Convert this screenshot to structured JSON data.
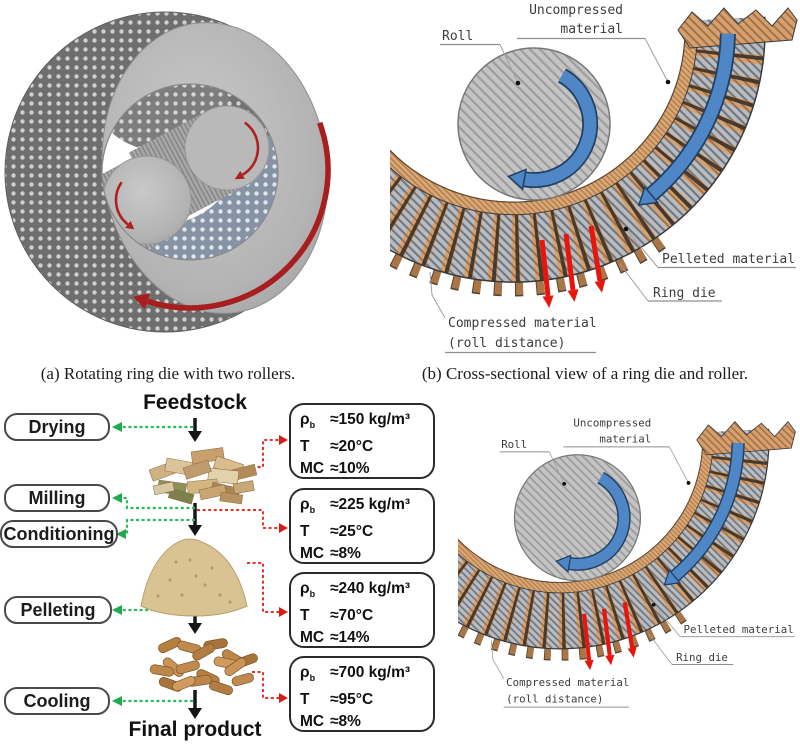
{
  "captions": {
    "a": "(a) Rotating ring die with two rollers.",
    "b": "(b) Cross-sectional view of a ring die and roller."
  },
  "cross_section": {
    "roll": "Roll",
    "uncompressed_line1": "Uncompressed",
    "uncompressed_line2": "material",
    "pelleted": "Pelleted material",
    "ring_die": "Ring die",
    "compressed_line1": "Compressed material",
    "compressed_line2": "(roll distance)"
  },
  "flow": {
    "start_label": "Feedstock",
    "end_label": "Final product",
    "steps": [
      {
        "label": "Drying"
      },
      {
        "label": "Milling"
      },
      {
        "label": "Conditioning"
      },
      {
        "label": "Pelleting"
      },
      {
        "label": "Cooling"
      }
    ],
    "rows": {
      "rho": "ρ",
      "rho_sub": "b",
      "temp": "T",
      "mc": "MC"
    },
    "stages": [
      {
        "rho": "≈150 kg/m³",
        "temp": "≈20°C",
        "mc": "≈10%"
      },
      {
        "rho": "≈225 kg/m³",
        "temp": "≈25°C",
        "mc": "≈8%"
      },
      {
        "rho": "≈240 kg/m³",
        "temp": "≈70°C",
        "mc": "≈14%"
      },
      {
        "rho": "≈700 kg/m³",
        "temp": "≈95°C",
        "mc": "≈8%"
      }
    ]
  },
  "colors": {
    "die_tan": "#d09c6a",
    "roll_gray": "#c2c2c2",
    "arrow_blue": "#4f86c6",
    "arrow_red": "#e8150d",
    "flow_green": "#2eb85c",
    "flow_red": "#e33127"
  }
}
